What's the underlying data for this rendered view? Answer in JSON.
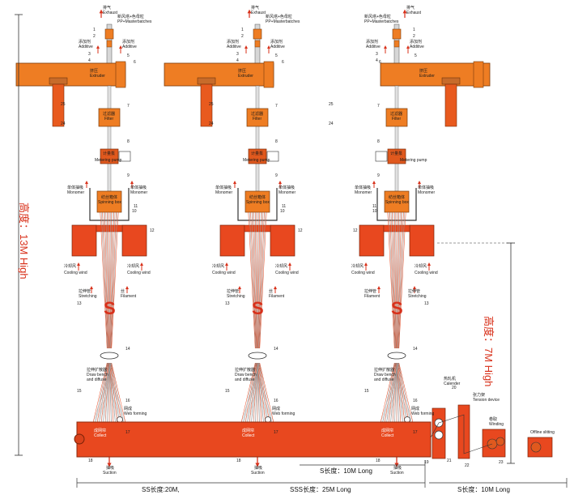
{
  "colors": {
    "orange": "#ee7d23",
    "red": "#e8481f",
    "dark": "#c94a16",
    "line": "#333333",
    "accent": "#d8301a"
  },
  "labels": {
    "exhaust_cn": "排气",
    "exhaust_en": "Exhaust",
    "pp_cn": "新风塔+色母粒",
    "pp_en": "PP+Masterbatches",
    "additive_cn": "添加剂",
    "additive_en": "Additive",
    "extruder_cn": "挤压",
    "extruder_en": "Extruder",
    "filter_cn": "过滤器",
    "filter_en": "Filter",
    "pump_cn": "计量泵",
    "pump_en": "Metering pump",
    "monomer_cn": "单体抽吸",
    "monomer_en": "Monomer",
    "spin_cn": "纺丝箱体",
    "spin_en": "Spinning box",
    "cool_cn": "冷却风",
    "cool_en": "Cooling wind",
    "stretch_cn": "拉伸管",
    "stretch_en": "Stretching",
    "filament_cn": "丝",
    "filament_en": "Filament",
    "draw_cn": "拉伸扩散器",
    "draw_en1": "Draw bench",
    "draw_en2": "and diffuse",
    "web_cn": "网成",
    "web_en": "Web forming",
    "collect_cn": "成网帘",
    "collect_en": "Collect",
    "suction_cn": "抽吸",
    "suction_en": "Suction",
    "calender_cn": "热轧机",
    "calender_en": "Calender",
    "tension_cn": "张力架",
    "tension_en": "Tension device",
    "winding_cn": "卷取",
    "winding_en": "Winding",
    "slitting_en": "Offline slitting",
    "s_letter": "S"
  },
  "heights": {
    "left": "高度：13M High",
    "right": "高度：7M High"
  },
  "dimensions": {
    "s_long": "S长度：10M Long",
    "ss_long": "SS长度:20M,",
    "sss_long": "SSS长度：25M Long",
    "s_long2": "S长度：10M Long"
  },
  "numbers": [
    "1",
    "2",
    "3",
    "4",
    "5",
    "6",
    "7",
    "8",
    "9",
    "10",
    "11",
    "12",
    "13",
    "14",
    "15",
    "16",
    "17",
    "18",
    "19",
    "20",
    "21",
    "22",
    "23",
    "24",
    "25"
  ]
}
